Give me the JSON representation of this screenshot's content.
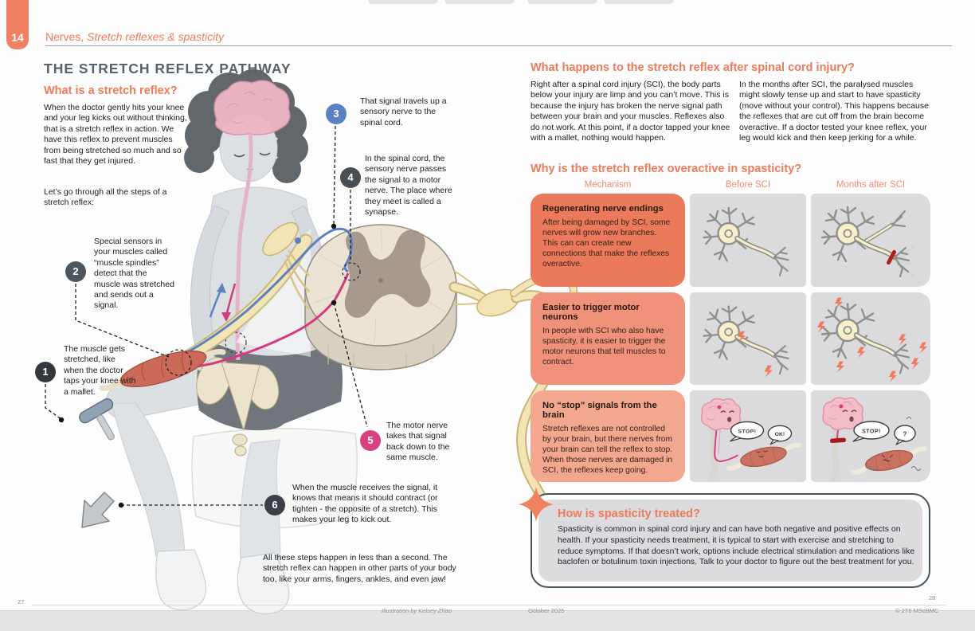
{
  "page": {
    "chapter_number": "14",
    "chapter_title": "Nerves,",
    "chapter_subtitle": " Stretch reflexes & spasticity",
    "left_page_number": "27",
    "right_page_number": "28",
    "credit": "Illustration by Kelsey Zhao",
    "date": "October 2025",
    "copyright": "© 2T6 MScBMC"
  },
  "left_page": {
    "title": "THE STRETCH REFLEX PATHWAY",
    "intro": {
      "heading": "What is a stretch reflex?",
      "para1": "When the doctor gently hits your knee and your leg kicks out without thinking, that is a stretch reflex in action. We have this reflex to prevent muscles from being stretched so much and so fast that they get injured.",
      "para2": "Let’s go through all the steps of a stretch reflex:"
    },
    "steps": [
      {
        "number": "1",
        "circle_color": "#33383c",
        "text": "The muscle gets stretched, like when the doctor taps your knee with a mallet."
      },
      {
        "number": "2",
        "circle_color": "#4d565c",
        "text": "Special sensors in your muscles called “muscle spindles” detect that the muscle was stretched and sends out a signal."
      },
      {
        "number": "3",
        "circle_color": "#5c80c4",
        "text": "That signal travels up a sensory nerve to the spinal cord."
      },
      {
        "number": "4",
        "circle_color": "#474f54",
        "text": "In the spinal cord, the sensory nerve passes the signal to a motor nerve. The place where they meet is called a synapse."
      },
      {
        "number": "5",
        "circle_color": "#d8407f",
        "text": "The motor nerve takes that signal back down to the same muscle."
      },
      {
        "number": "6",
        "circle_color": "#3a4046",
        "text": "When the muscle receives the signal, it knows that means it should contract (or tighten - the opposite of a stretch). This makes your leg to kick out."
      }
    ],
    "outro": "All these steps happen in less than a second. The stretch reflex can happen in other parts of your body too, like your arms, fingers, ankles, and even jaw!"
  },
  "right_page": {
    "sci_section": {
      "heading": "What happens to the stretch reflex after spinal cord injury?",
      "col1": "Right after a spinal cord injury (SCI), the body parts below your injury are limp and you can’t move. This is because the injury has broken the nerve signal path between your brain and your muscles.  Reflexes also do not work. At this point, if a doctor tapped your knee with a mallet, nothing would happen.",
      "col2": "In the months after SCI, the paralysed muscles might slowly tense up and start to have spasticity (move without your control). This happens because the reflexes that are cut off from the brain become overactive. If a doctor tested your knee reflex, your leg would kick and then keep jerking for a while."
    },
    "table": {
      "heading": "Why is the stretch reflex overactive in spasticity?",
      "columns": [
        "Mechanism",
        "Before SCI",
        "Months after SCI"
      ],
      "rows": [
        {
          "title": "Regenerating nerve endings",
          "text": "After being damaged by SCI, some nerves will grow new branches. This can can create new connections that make the reflexes overactive.",
          "box_color": "#eb795b",
          "before_icon": "healthy-neuron",
          "after_icon": "neuron-with-cut-axon-and-new-branches"
        },
        {
          "title": "Easier to trigger motor neurons",
          "text": "In people with SCI who also have spasticity, it is easier to trigger the motor neurons that tell muscles to contract.",
          "box_color": "#f0917a",
          "before_icon": "neuron-few-impulses",
          "after_icon": "neuron-many-impulses"
        },
        {
          "title": "No “stop” signals from the brain",
          "text": "Stretch reflexes are not controlled by your brain, but there nerves from your brain can tell the reflex to stop. When those nerves are damaged in SCI, the reflexes keep going.",
          "box_color": "#f4a78f",
          "before_icon": "brain-telling-muscle-to-stop",
          "after_icon": "brain-signal-blocked-muscle-keeps-going",
          "before_bubbles": [
            "STOP!",
            "OK!"
          ],
          "after_bubbles": [
            "STOP!",
            "?"
          ]
        }
      ]
    },
    "treatment_box": {
      "heading": "How is spasticity treated?",
      "text": "Spasticity is common in spinal cord injury and can have both negative and positive effects on health. If your spasticity needs treatment, it is typical to start with exercise and stretching to reduce symptoms. If that doesn’t work, options include electrical stimulation and medications like baclofen or botulinum toxin injections. Talk to your doctor to figure out the best treatment for you."
    }
  },
  "colors": {
    "accent_orange": "#ec7a5b",
    "tab_orange": "#ef8063",
    "title_slate": "#58626a",
    "step_blue": "#5c80c4",
    "step_pink": "#d8407f",
    "step_dark": "#3a4046",
    "mechanism_row_colors": [
      "#eb795b",
      "#f0917a",
      "#f4a78f"
    ],
    "cell_gray": "#dbdbdd",
    "neuron_cream": "#f8efca",
    "lesion_red": "#a51d1d"
  }
}
